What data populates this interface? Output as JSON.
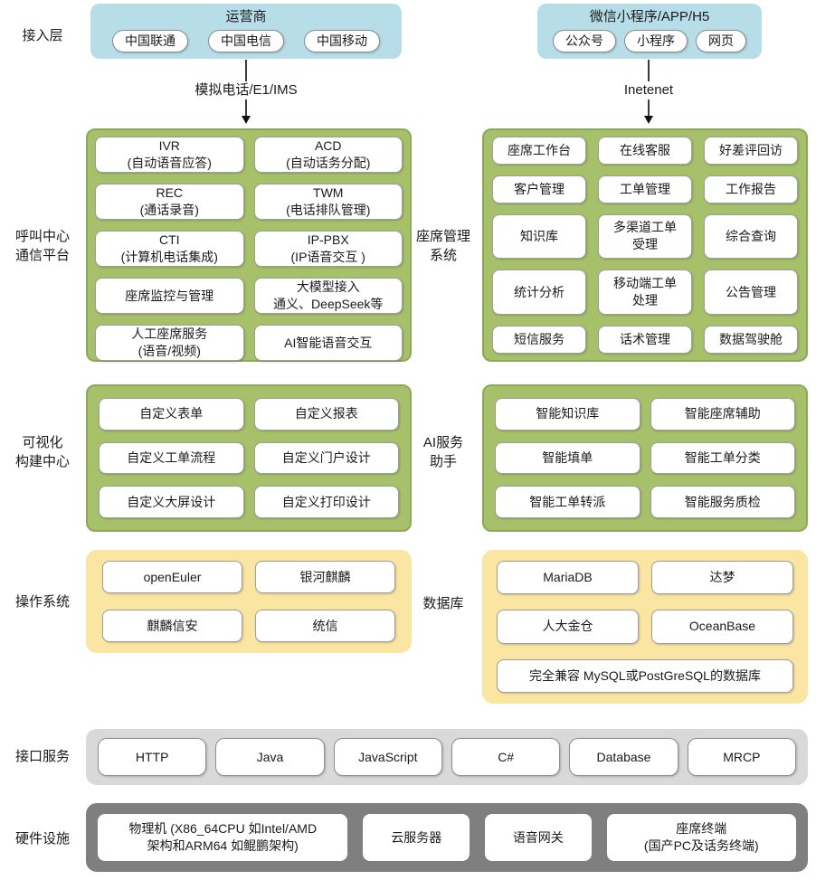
{
  "labels": {
    "access": "接入层",
    "call_center": [
      "呼叫中心",
      "通信平台"
    ],
    "agent_system": [
      "座席管理",
      "系统"
    ],
    "visual_builder": [
      "可视化",
      "构建中心"
    ],
    "ai_assistant": [
      "AI服务",
      "助手"
    ],
    "os": "操作系统",
    "database": "数据库",
    "interfaces": "接口服务",
    "hardware": "硬件设施"
  },
  "access": {
    "operators": {
      "title": "运营商",
      "items": [
        "中国联通",
        "中国电信",
        "中国移动"
      ]
    },
    "wechat": {
      "title": "微信小程序/APP/H5",
      "items": [
        "公众号",
        "小程序",
        "网页"
      ]
    },
    "left_arrow_label": "模拟电话/E1/IMS",
    "right_arrow_label": "Inetenet"
  },
  "call_center": {
    "items": [
      [
        "IVR",
        "(自动语音应答)"
      ],
      [
        "ACD",
        "(自动话务分配)"
      ],
      [
        "REC",
        "(通话录音)"
      ],
      [
        "TWM",
        "(电话排队管理)"
      ],
      [
        "CTI",
        "(计算机电话集成)"
      ],
      [
        "IP-PBX",
        "(IP语音交互 )"
      ],
      [
        "座席监控与管理"
      ],
      [
        "大模型接入",
        "通义、DeepSeek等"
      ],
      [
        "人工座席服务",
        "(语音/视频)"
      ],
      [
        "AI智能语音交互"
      ]
    ]
  },
  "agent_system": {
    "items": [
      [
        "座席工作台"
      ],
      [
        "在线客服"
      ],
      [
        "好差评回访"
      ],
      [
        "客户管理"
      ],
      [
        "工单管理"
      ],
      [
        "工作报告"
      ],
      [
        "知识库"
      ],
      [
        "多渠道工单",
        "受理"
      ],
      [
        "综合查询"
      ],
      [
        "统计分析"
      ],
      [
        "移动端工单",
        "处理"
      ],
      [
        "公告管理"
      ],
      [
        "短信服务"
      ],
      [
        "话术管理"
      ],
      [
        "数据驾驶舱"
      ]
    ]
  },
  "visual_builder": {
    "items": [
      "自定义表单",
      "自定义报表",
      "自定义工单流程",
      "自定义门户设计",
      "自定义大屏设计",
      "自定义打印设计"
    ]
  },
  "ai_assistant": {
    "items": [
      "智能知识库",
      "智能座席辅助",
      "智能填单",
      "智能工单分类",
      "智能工单转派",
      "智能服务质检"
    ]
  },
  "os": {
    "items": [
      "openEuler",
      "银河麒麟",
      "麒麟信安",
      "统信"
    ]
  },
  "database": {
    "items": [
      "MariaDB",
      "达梦",
      "人大金仓",
      "OceanBase"
    ],
    "note": "完全兼容 MySQL或PostGreSQL的数据库"
  },
  "interfaces": {
    "items": [
      "HTTP",
      "Java",
      "JavaScript",
      "C#",
      "Database",
      "MRCP"
    ]
  },
  "hardware": {
    "items": [
      [
        "物理机 (X86_64CPU 如Intel/AMD",
        "架构和ARM64 如鲲鹏架构)"
      ],
      [
        "云服务器"
      ],
      [
        "语音网关"
      ],
      [
        "座席终端",
        "(国产PC及话务终端)"
      ]
    ]
  },
  "colors": {
    "blue": "#B7DDE8",
    "green": "#A6C16A",
    "green_border": "#8CA95A",
    "yellow": "#FBE5A2",
    "light_gray": "#D9D9D9",
    "dark_gray": "#7F7F7F",
    "box_border": "#9E9E9E"
  }
}
